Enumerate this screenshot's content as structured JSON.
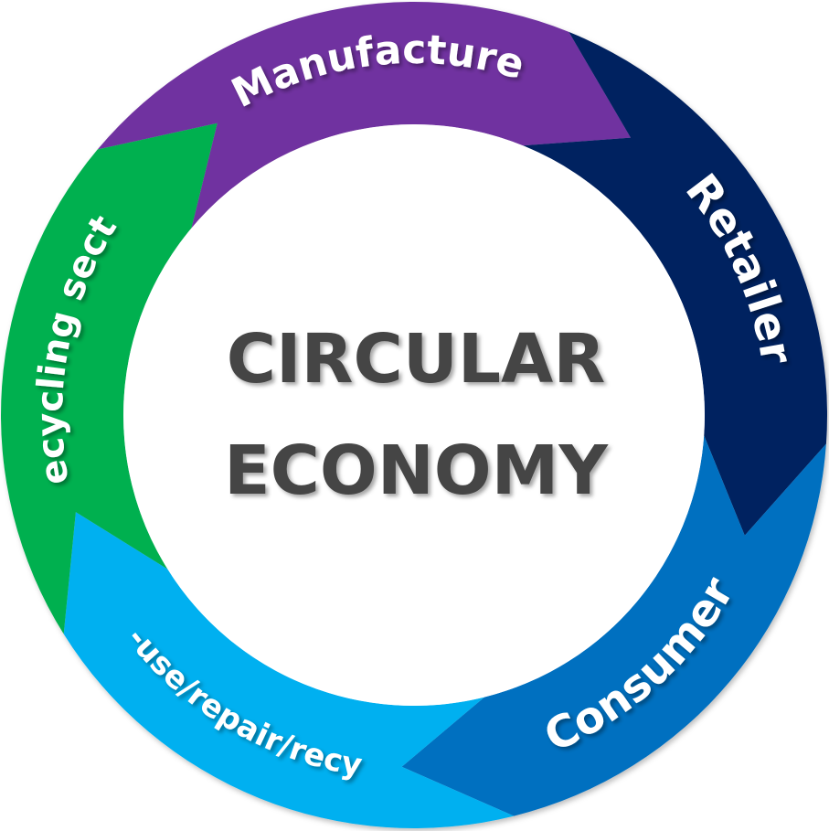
{
  "title_lines": [
    "CIRCULAR",
    "ECONOMY"
  ],
  "colors": {
    "title": "#444444",
    "label": "#ffffff",
    "center": "#ffffff"
  },
  "segments": [
    {
      "label": "Manufacture",
      "color": "#7030a0"
    },
    {
      "label": "Retailer",
      "color": "#002060"
    },
    {
      "label": "Consumer",
      "color": "#0070c0"
    },
    {
      "label": "Re-use/repair/recycle",
      "color": "#00b0f0"
    },
    {
      "label": "Recycling sector",
      "color": "#00b050"
    }
  ]
}
